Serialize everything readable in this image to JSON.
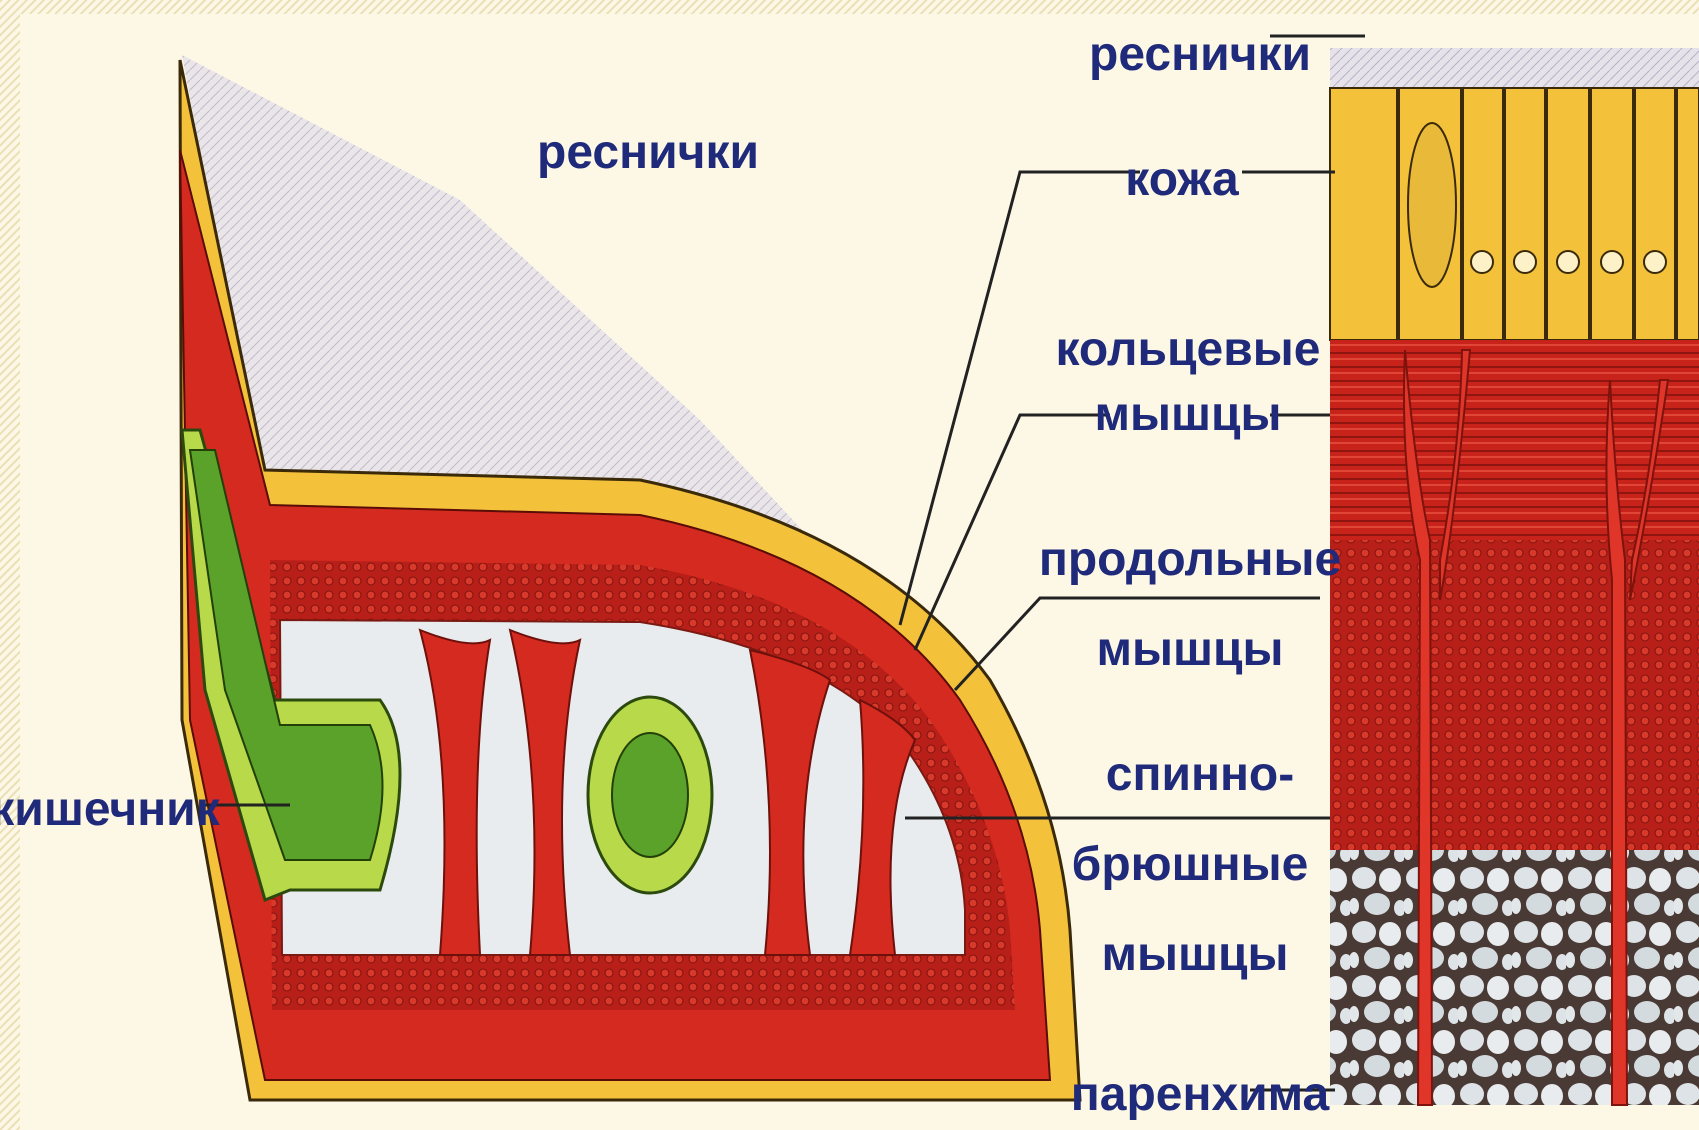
{
  "labels": {
    "cilia_top": "реснички",
    "cilia_left": "реснички",
    "skin": "кожа",
    "circular_1": "кольцевые",
    "circular_2": "мышцы",
    "longitudinal_1": "продольные",
    "longitudinal_2": "мышцы",
    "dv_1": "спинно-",
    "dv_2": "брюшные",
    "dv_3": "мышцы",
    "parenchyma": "паренхима",
    "intestine": "кишечник"
  },
  "colors": {
    "background": "#fdf8e6",
    "label_text": "#1f2a7a",
    "skin_yellow": "#f3c23a",
    "muscle_red": "#d42a1f",
    "muscle_dark": "#9e1a14",
    "intestine_green": "#5aa22a",
    "intestine_light": "#b7d94a",
    "parenchyma_grey": "#dde3e6",
    "cilia_grey": "#cfc9d6"
  }
}
